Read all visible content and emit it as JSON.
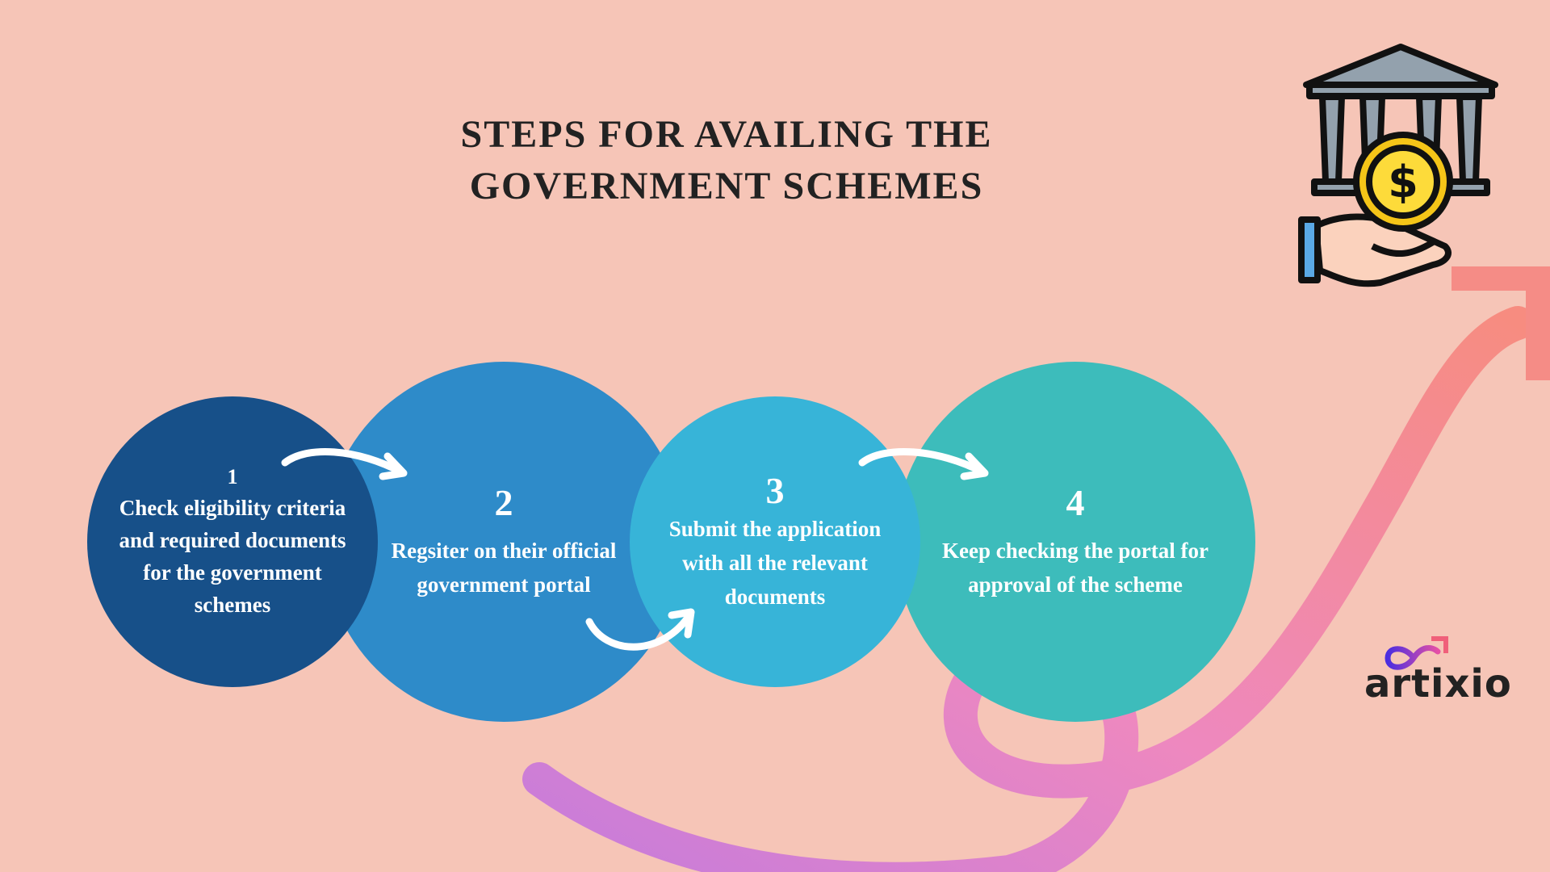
{
  "title": {
    "line1": "STEPS FOR AVAILING THE",
    "line2": "GOVERNMENT SCHEMES"
  },
  "steps": [
    {
      "number": "1",
      "text": "Check eligibility criteria and required documents for the government schemes",
      "color": "#175089"
    },
    {
      "number": "2",
      "text": "Regsiter on their official government portal",
      "color": "#2e8bc9"
    },
    {
      "number": "3",
      "text": "Submit the application with all the relevant documents",
      "color": "#37b4d8"
    },
    {
      "number": "4",
      "text": "Keep checking the portal for approval of the scheme",
      "color": "#3dbcbb"
    }
  ],
  "logo": {
    "text": "artixio"
  },
  "icons": [
    "bank-hand-coin-icon",
    "curved-arrow-icon"
  ],
  "colors": {
    "background": "#f6c5b7",
    "ribbon": "#f58c86",
    "ribbon_purple": "#c57bdc"
  }
}
